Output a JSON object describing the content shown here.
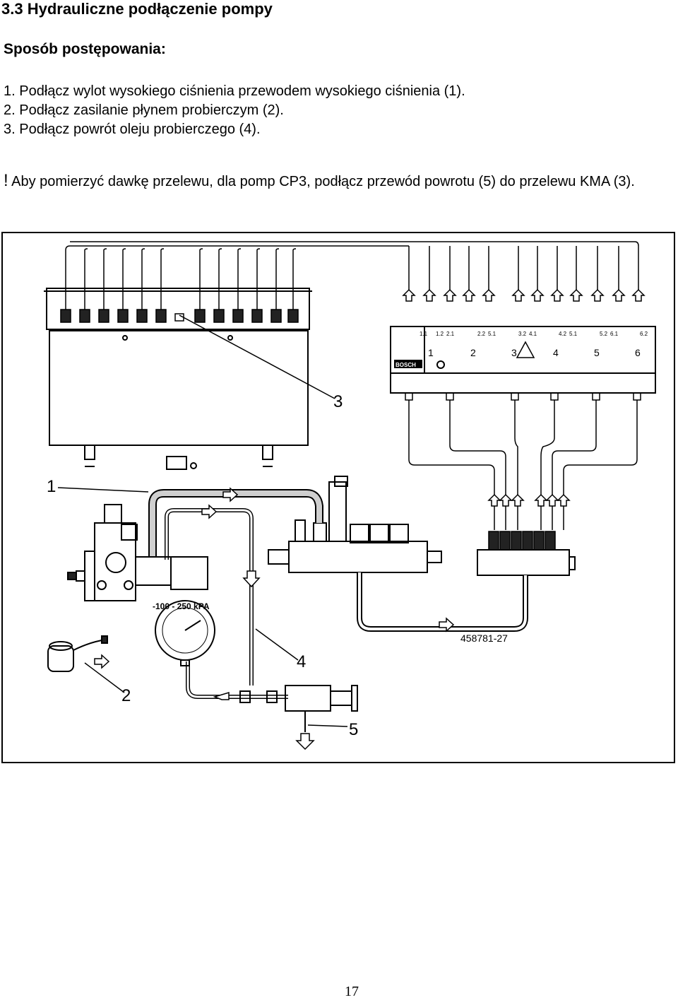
{
  "heading": "3.3 Hydrauliczne podłączenie pompy",
  "subheading": "Sposób postępowania:",
  "steps": [
    "1. Podłącz wylot wysokiego ciśnienia przewodem wysokiego ciśnienia (1).",
    "2. Podłącz zasilanie płynem probierczym (2).",
    "3. Podłącz powrót oleju probierczego (4)."
  ],
  "note": {
    "mark": "!",
    "text": " Aby pomierzyć dawkę przelewu, dla pomp CP3, podłącz przewód powrotu (5) do przelewu KMA (3)."
  },
  "figure": {
    "callouts": [
      "1",
      "2",
      "3",
      "4",
      "5"
    ],
    "gauge_label": "-100 - 250 kPA",
    "drawing_number": "458781-27",
    "manifold_port_labels": [
      "1.1",
      "1.2",
      "2.1",
      "2.2",
      "5.1",
      "3.2",
      "4.1",
      "4.2",
      "5.1",
      "5.2",
      "6.1",
      "6.2"
    ],
    "manifold_channel_numbers": [
      "1",
      "2",
      "3",
      "4",
      "5",
      "6"
    ],
    "manifold_brand": "BOSCH"
  },
  "page_number": "17",
  "colors": {
    "line": "#000000",
    "hose_fill": "#cfcfcf",
    "housing_fill": "#ffffff"
  }
}
